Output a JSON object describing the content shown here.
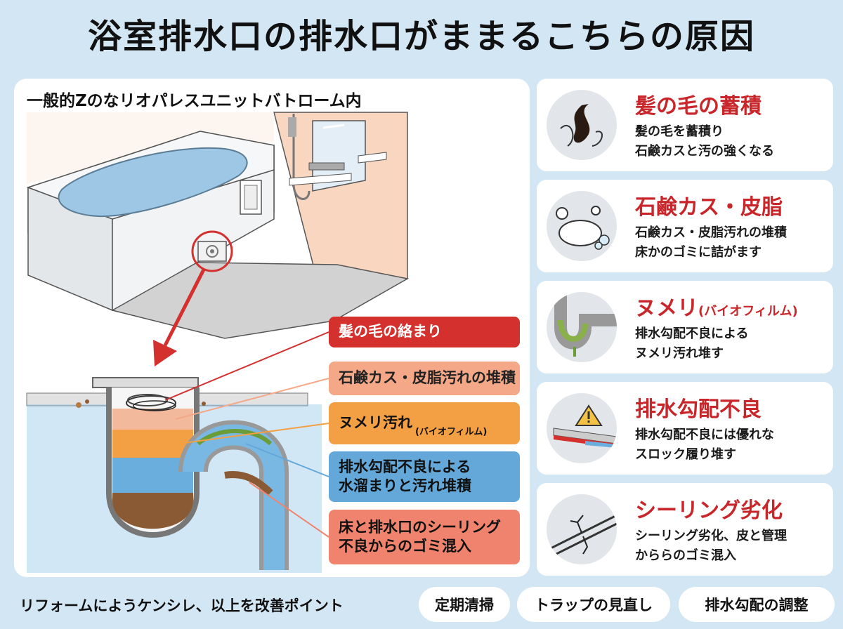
{
  "title": "浴室排水口の排水口がままるこちらの原因",
  "left_panel": {
    "heading": "一般的Zのなリオパレスユニットバトローム内",
    "callouts": [
      {
        "text": "髪の毛の絡まり",
        "small": ""
      },
      {
        "text": "石鹸カス・皮脂汚れの堆積",
        "small": ""
      },
      {
        "text": "ヌメリ汚れ",
        "small": "(バイオフィルム)"
      },
      {
        "line1": "排水勾配不良による",
        "line2": "水溜まりと汚れ堆積"
      },
      {
        "line1": "床と排水口のシーリング",
        "line2": "不良からのゴミ混入"
      }
    ]
  },
  "cards": [
    {
      "title": "髪の毛の蓄積",
      "title_small": "",
      "line1": "髪の毛を蓄積り",
      "line2": "石鹸カスと汚の強くなる",
      "icon": "hair-icon"
    },
    {
      "title": "石鹸カス・皮脂",
      "title_small": "",
      "line1": "石鹸カス・皮脂汚れの堆積",
      "line2": "床かのゴミに詰がます",
      "icon": "soap-icon"
    },
    {
      "title": "ヌメリ",
      "title_small": "(バイオフィルム)",
      "line1": "排水勾配不良による",
      "line2": "ヌメリ汚れ堆す",
      "icon": "slime-pipe-icon"
    },
    {
      "title": "排水勾配不良",
      "title_small": "",
      "line1": "排水勾配不良には優れな",
      "line2": "スロック履り堆す",
      "icon": "warning-slope-icon"
    },
    {
      "title": "シーリング劣化",
      "title_small": "",
      "line1": "シーリング劣化、皮と管理",
      "line2": "かららのゴミ混入",
      "icon": "crack-icon"
    }
  ],
  "footer": {
    "text": "リフォームにようケンシレ、以上を改善ポイント",
    "pills": [
      "定期清掃",
      "トラップの見直し",
      "排水勾配の調整"
    ]
  },
  "colors": {
    "background": "#d3e6f3",
    "accent_red": "#c8262a",
    "callout_red": "#d3302e",
    "callout_orange": "#f3a044",
    "callout_blue": "#63a8d9"
  }
}
